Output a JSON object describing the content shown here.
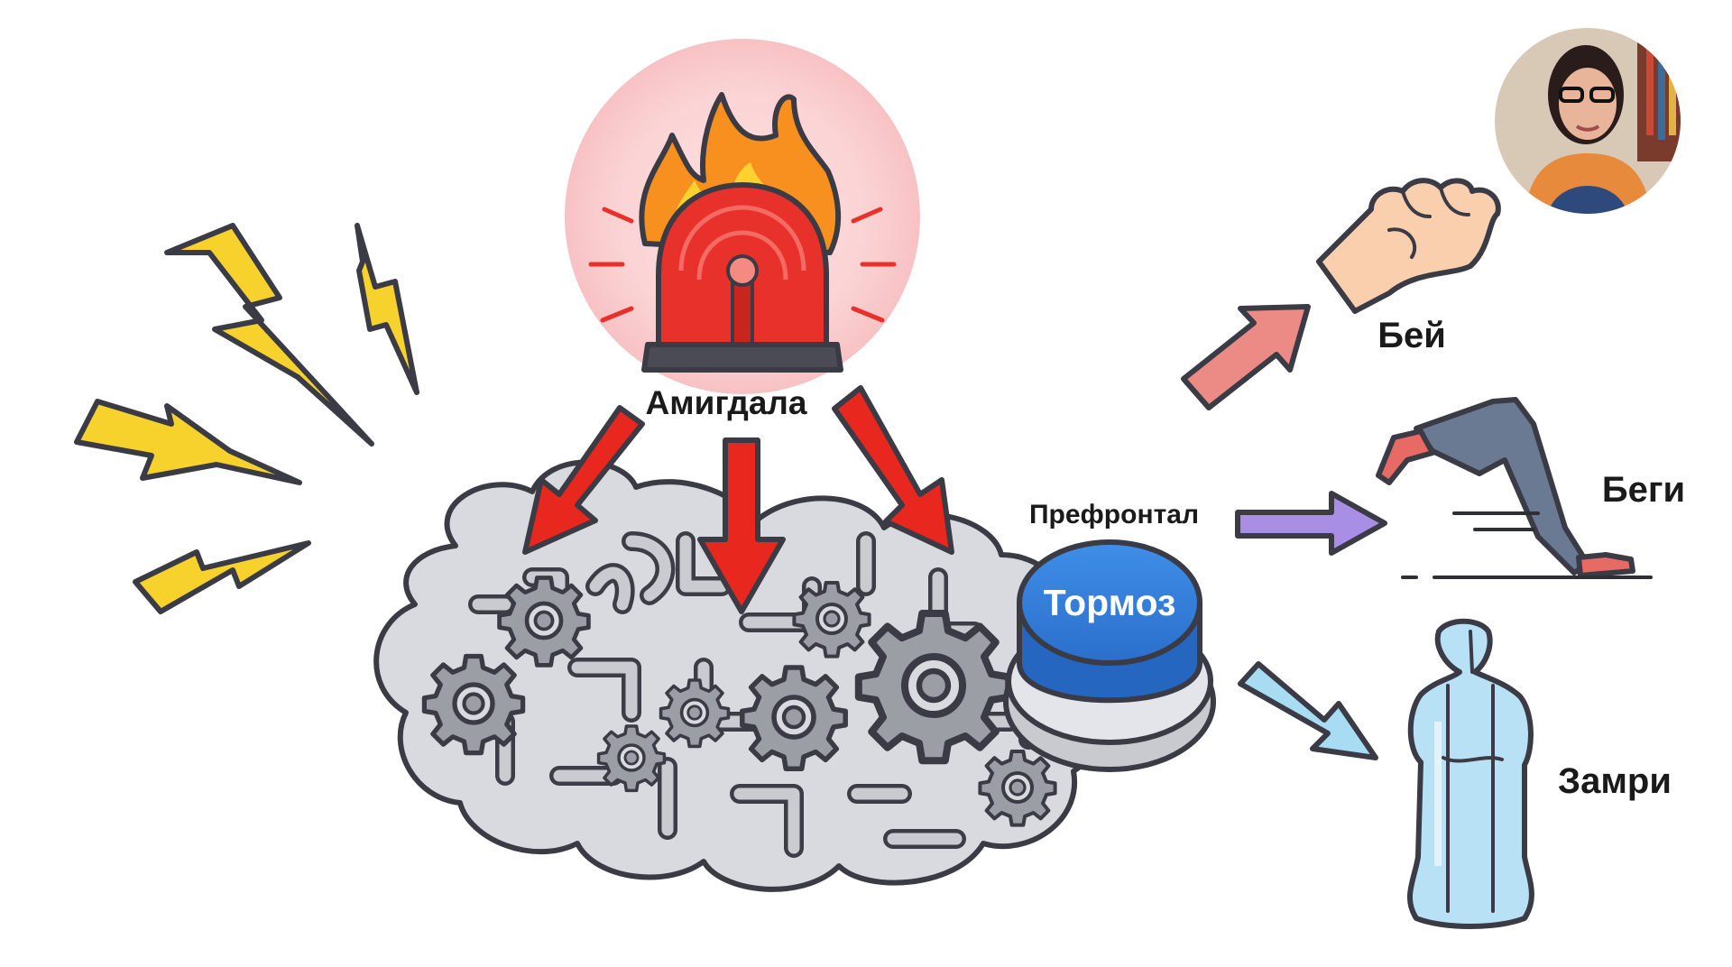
{
  "labels": {
    "amygdala": "Амигдала",
    "prefrontal": "Префронтал",
    "brake": "Тормоз",
    "fight": "Бей",
    "flight": "Беги",
    "freeze": "Замри"
  },
  "colors": {
    "lightning": "#f7d22d",
    "alarm_red": "#e8312b",
    "flame_orange": "#f7901e",
    "arrow_red": "#e8271f",
    "brain_gray": "#d9dadf",
    "gear_gray": "#9c9ea6",
    "button_blue": "#2f7bd8",
    "arrow_fight": "#ec8b86",
    "arrow_flight": "#a98ee6",
    "arrow_freeze": "#a8dcf2",
    "ice_blue": "#b9e1f6"
  },
  "icons": [
    "lightning-icon",
    "siren-icon",
    "flame-icon",
    "brain-icon",
    "gear-icon",
    "brake-button-icon",
    "fist-icon",
    "running-legs-icon",
    "frozen-person-icon",
    "presenter-avatar"
  ]
}
